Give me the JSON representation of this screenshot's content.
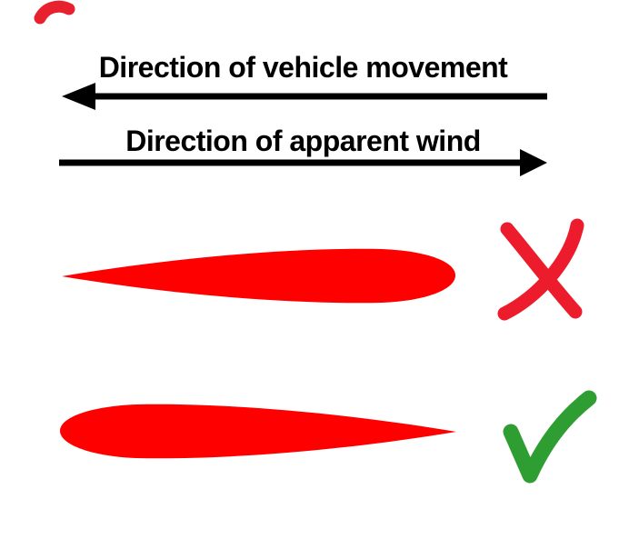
{
  "colors": {
    "background": "#ffffff",
    "black": "#000000",
    "airfoil_red": "#fe0000",
    "cross_red": "#ec1c2c",
    "check_green": "#2e9d32",
    "scribble_red": "#e8212e"
  },
  "arrows": [
    {
      "label": "Direction of vehicle movement",
      "direction": "left"
    },
    {
      "label": "Direction of apparent wind",
      "direction": "right"
    }
  ],
  "airfoils": [
    {
      "shape": "teardrop-airfoil",
      "points": "left",
      "verdict": "incorrect",
      "verdict_icon": "cross-icon"
    },
    {
      "shape": "teardrop-airfoil",
      "points": "right",
      "verdict": "correct",
      "verdict_icon": "check-icon"
    }
  ]
}
